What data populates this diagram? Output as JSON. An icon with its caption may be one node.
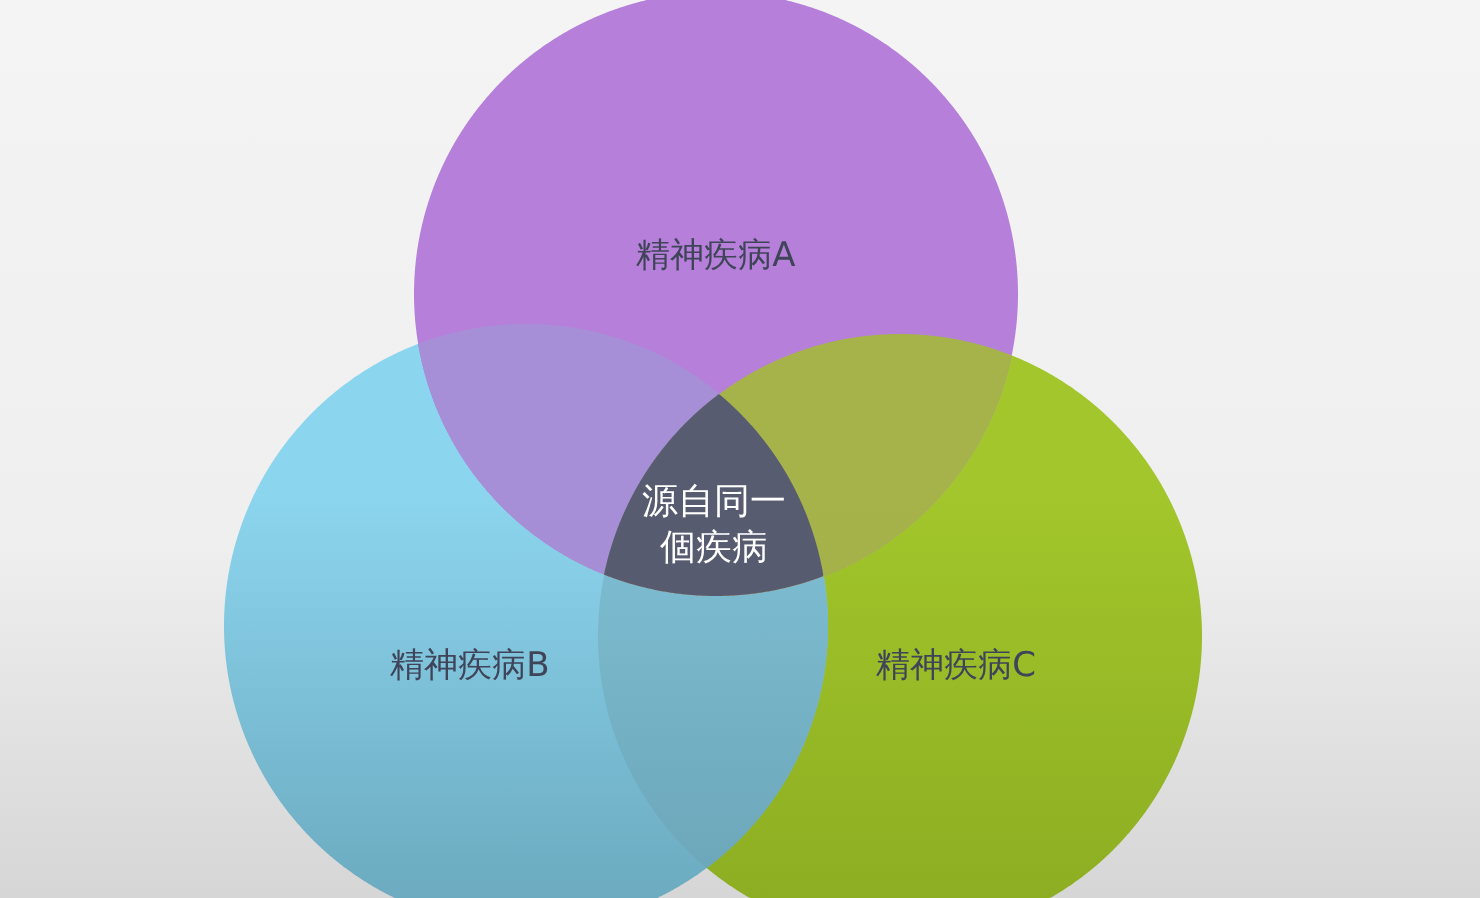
{
  "diagram": {
    "nodes": [
      {
        "text": [
          "精神疾病A"
        ]
      },
      {
        "text": [
          "精神疾病B"
        ]
      },
      {
        "text": [
          "精神疾病C"
        ]
      },
      {
        "text": [
          "源自同一個疾病"
        ]
      }
    ]
  }
}
